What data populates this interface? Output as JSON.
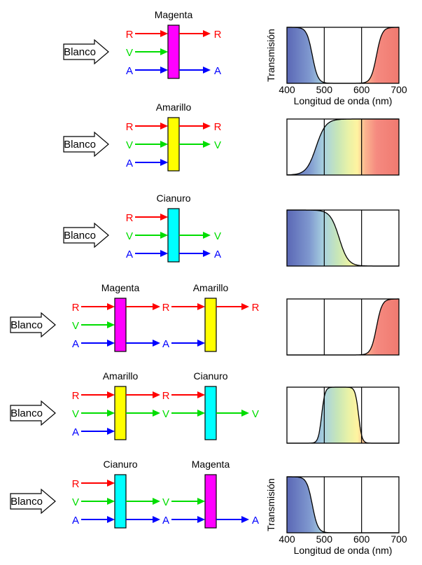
{
  "colors": {
    "R": "#ff0000",
    "V": "#00dd00",
    "A": "#0000ff",
    "magenta": "#ff00ff",
    "amarillo": "#ffff00",
    "cianuro": "#00ffff"
  },
  "source_label": "Blanco",
  "axis": {
    "ylabel": "Transmisión",
    "xlabel": "Longitud de onda (nm)",
    "ticks": [
      "400",
      "500",
      "600",
      "700"
    ]
  },
  "rows": [
    {
      "filters": [
        {
          "name": "Magenta",
          "color": "magenta"
        }
      ],
      "inputs": [
        "R",
        "V",
        "A"
      ],
      "outputs": [
        [
          "R",
          "A"
        ]
      ],
      "show_axes": true,
      "transmission": "magenta"
    },
    {
      "filters": [
        {
          "name": "Amarillo",
          "color": "amarillo"
        }
      ],
      "inputs": [
        "R",
        "V",
        "A"
      ],
      "outputs": [
        [
          "R",
          "V"
        ]
      ],
      "show_axes": false,
      "transmission": "amarillo"
    },
    {
      "filters": [
        {
          "name": "Cianuro",
          "color": "cianuro"
        }
      ],
      "inputs": [
        "R",
        "V",
        "A"
      ],
      "outputs": [
        [
          "V",
          "A"
        ]
      ],
      "show_axes": false,
      "transmission": "cianuro"
    },
    {
      "filters": [
        {
          "name": "Magenta",
          "color": "magenta"
        },
        {
          "name": "Amarillo",
          "color": "amarillo"
        }
      ],
      "inputs": [
        "R",
        "V",
        "A"
      ],
      "outputs": [
        [
          "R",
          "A"
        ],
        [
          "R"
        ]
      ],
      "show_axes": false,
      "transmission": "rojo"
    },
    {
      "filters": [
        {
          "name": "Amarillo",
          "color": "amarillo"
        },
        {
          "name": "Cianuro",
          "color": "cianuro"
        }
      ],
      "inputs": [
        "R",
        "V",
        "A"
      ],
      "outputs": [
        [
          "R",
          "V"
        ],
        [
          "V"
        ]
      ],
      "show_axes": false,
      "transmission": "verde"
    },
    {
      "filters": [
        {
          "name": "Cianuro",
          "color": "cianuro"
        },
        {
          "name": "Magenta",
          "color": "magenta"
        }
      ],
      "inputs": [
        "R",
        "V",
        "A"
      ],
      "outputs": [
        [
          "V",
          "A"
        ],
        [
          "A"
        ]
      ],
      "show_axes": true,
      "transmission": "azul"
    }
  ]
}
